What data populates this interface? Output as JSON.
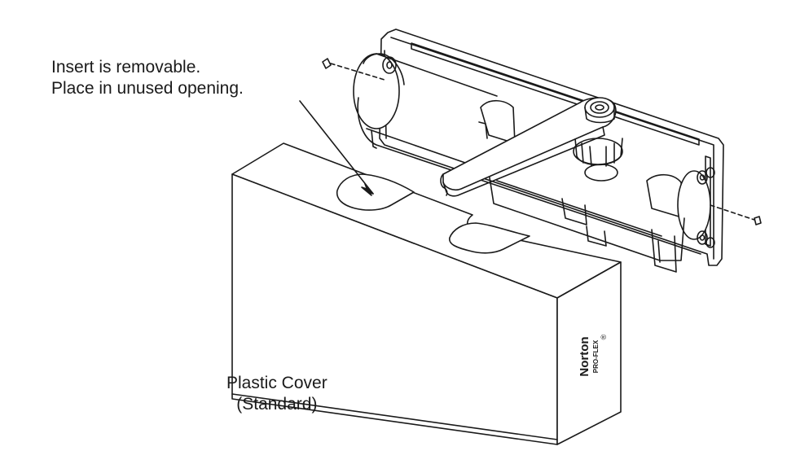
{
  "annotations": {
    "insert_note_line1": "Insert is removable.",
    "insert_note_line2": "Place in unused opening.",
    "cover_label_line1": "Plastic Cover",
    "cover_label_line2": "(Standard)"
  },
  "cover_branding": {
    "brand": "Norton",
    "model": "PRO-FLEX",
    "mark": "®"
  },
  "colors": {
    "line": "#1a1a1a",
    "fill": "#ffffff",
    "shade": "#d9d9d9"
  }
}
